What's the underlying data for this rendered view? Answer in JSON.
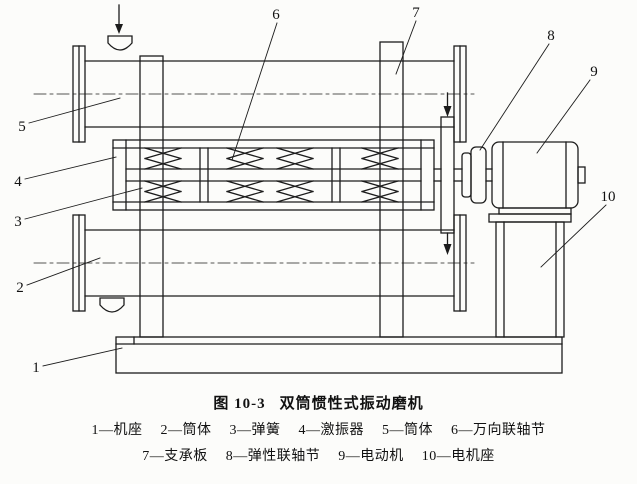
{
  "figure": {
    "caption_label": "图 10-3",
    "caption_title": "双筒惯性式振动磨机"
  },
  "callouts": {
    "n1": "1",
    "n2": "2",
    "n3": "3",
    "n4": "4",
    "n5": "5",
    "n6": "6",
    "n7": "7",
    "n8": "8",
    "n9": "9",
    "n10": "10"
  },
  "legend": {
    "items": [
      "1—机座",
      "2—筒体",
      "3—弹簧",
      "4—激振器",
      "5—筒体",
      "6—万向联轴节",
      "7—支承板",
      "8—弹性联轴节",
      "9—电动机",
      "10—电机座"
    ]
  },
  "colors": {
    "line": "#1c1c1c",
    "paper": "#fcfcfa"
  }
}
